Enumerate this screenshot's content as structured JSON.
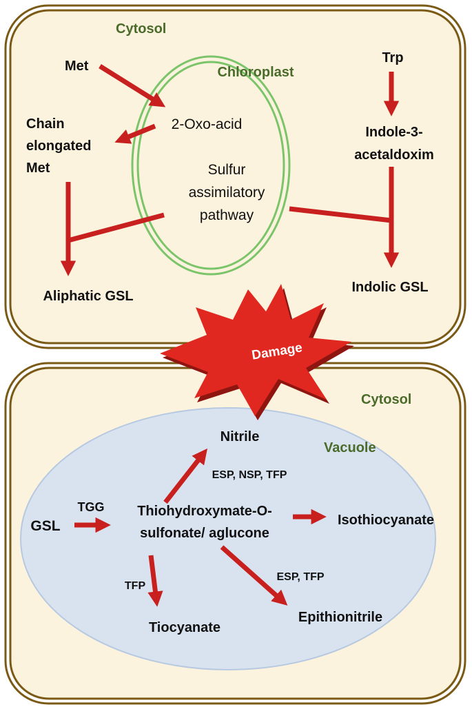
{
  "colors": {
    "cell_fill": "#fbf3de",
    "cell_border": "#7a5a14",
    "chloroplast_fill": "#fbf3de",
    "chloroplast_border": "#7cc46a",
    "vacuole_fill": "#d9e3f0",
    "vacuole_border": "#b7c9e0",
    "arrow": "#c8201e",
    "compartment_label": "#4a6b2a",
    "damage": "#e02820"
  },
  "top_cell": {
    "cytosol_label": "Cytosol",
    "chloroplast_label": "Chloroplast",
    "met": "Met",
    "oxo_acid": "2-Oxo-acid",
    "chain_elongated": [
      "Chain",
      "elongated",
      "Met"
    ],
    "sulfur_pathway": [
      "Sulfur",
      "assimilatory",
      "pathway"
    ],
    "trp": "Trp",
    "indole": [
      "Indole-3-",
      "acetaldoxim"
    ],
    "aliphatic_gsl": "Aliphatic GSL",
    "indolic_gsl": "Indolic GSL"
  },
  "damage_label": "Damage",
  "bottom_cell": {
    "cytosol_label": "Cytosol",
    "vacuole_label": "Vacuole",
    "gsl": "GSL",
    "tgg": "TGG",
    "thio": [
      "Thiohydroxymate-O-",
      "sulfonate/ aglucone"
    ],
    "nitrile": "Nitrile",
    "esp_nsp_tfp": "ESP, NSP, TFP",
    "isothiocyanate": "Isothiocyanate",
    "tfp": "TFP",
    "tiocyanate": "Tiocyanate",
    "esp_tfp": "ESP, TFP",
    "epithionitrile": "Epithionitrile"
  }
}
